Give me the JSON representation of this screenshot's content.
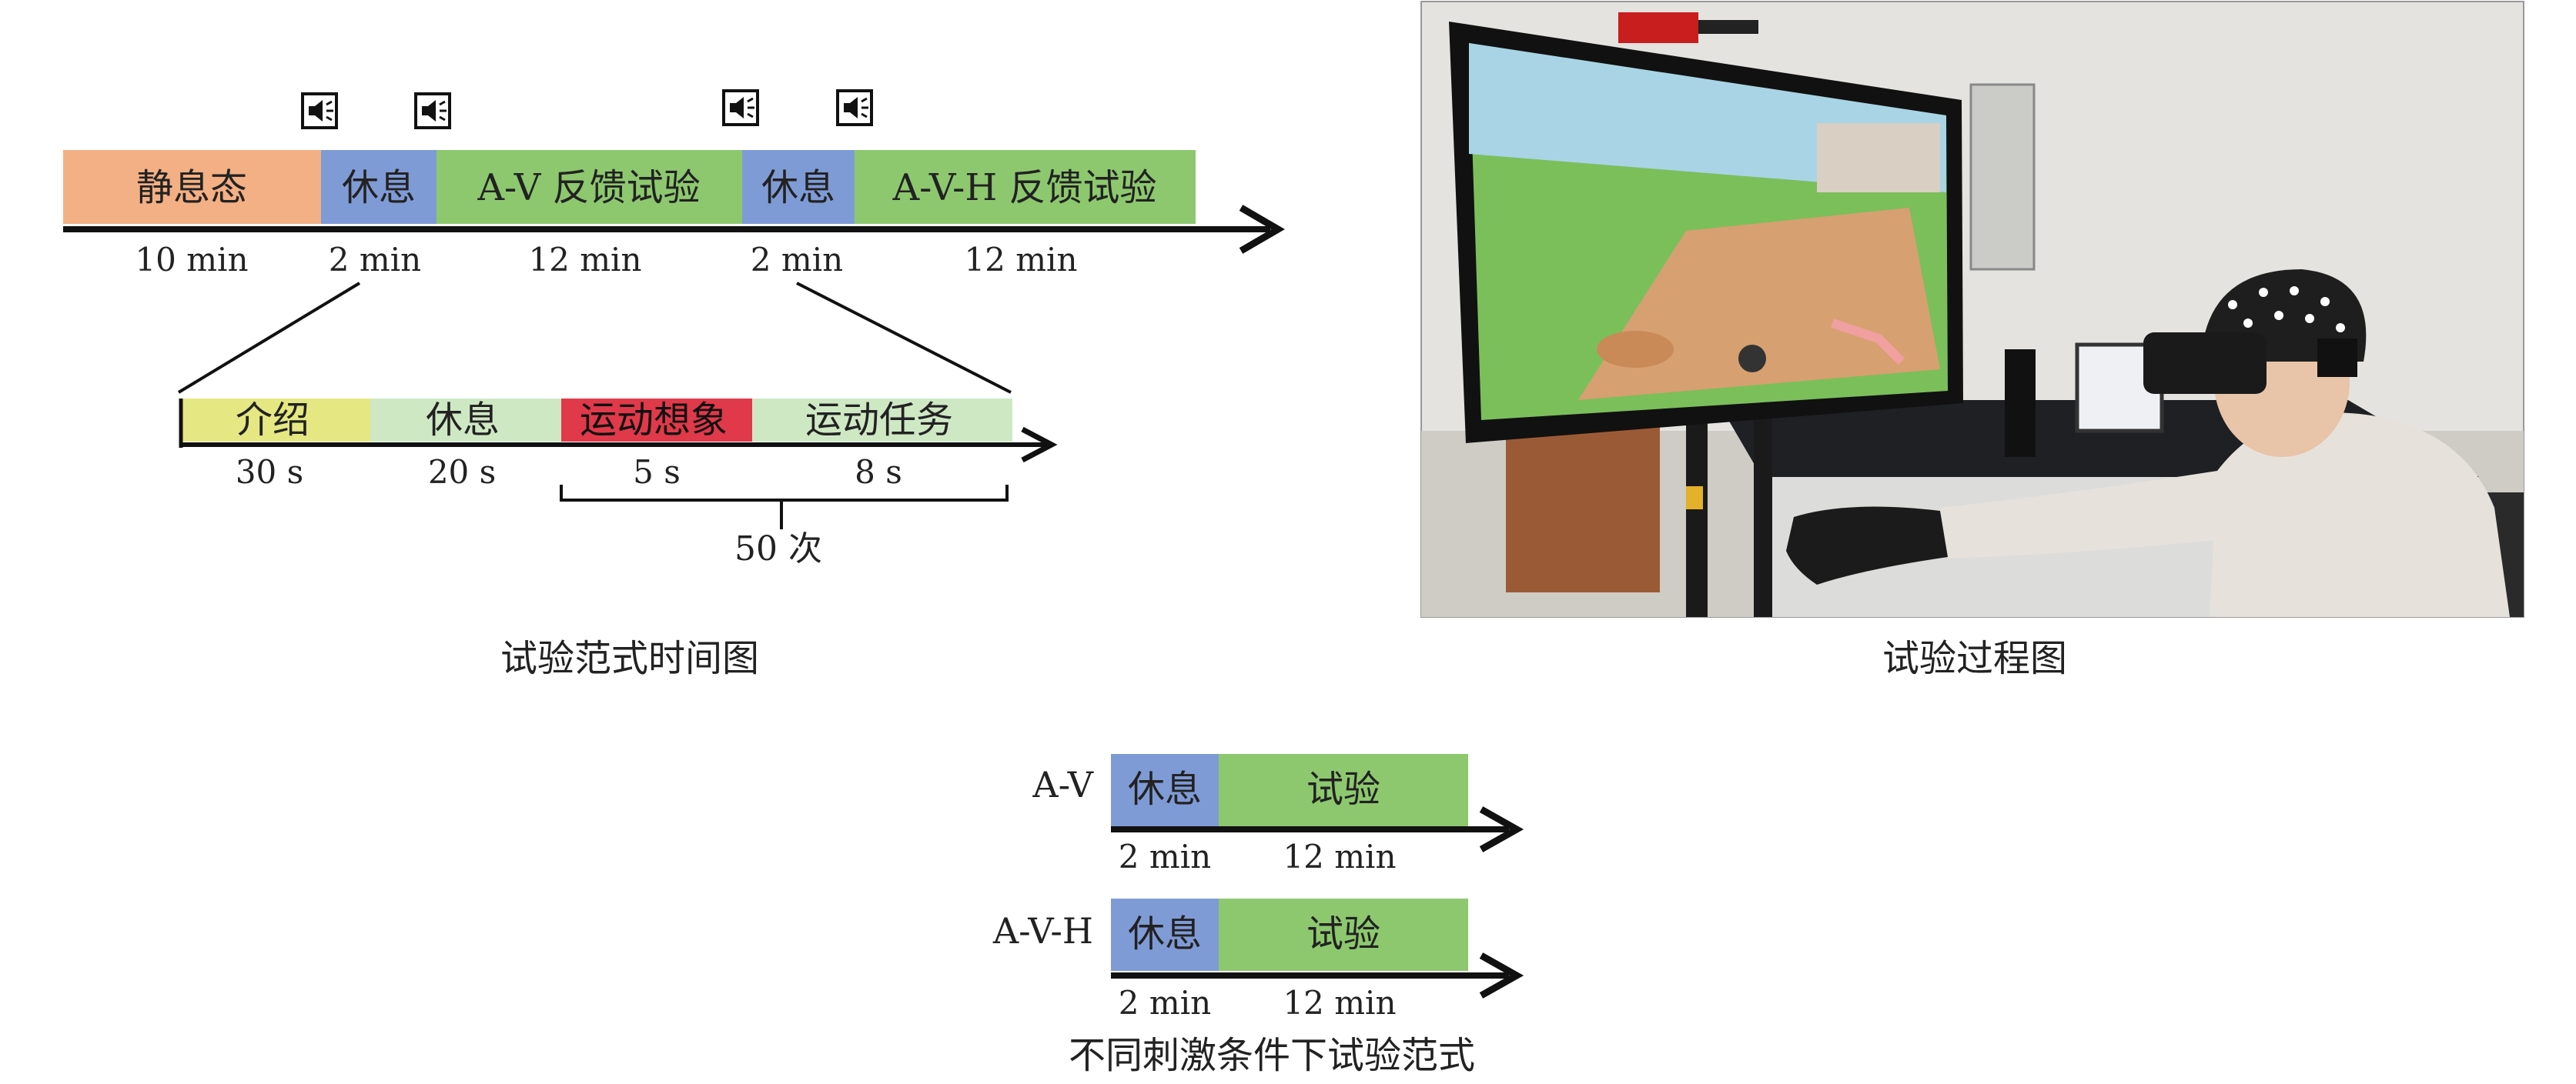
{
  "timeline": {
    "segments": [
      {
        "label": "静息态",
        "duration": "10 min",
        "color": "#f2b084"
      },
      {
        "label": "休息",
        "duration": "2 min",
        "color": "#7f9bd6"
      },
      {
        "label": "A-V 反馈试验",
        "duration": "12 min",
        "color": "#8dc86f"
      },
      {
        "label": "休息",
        "duration": "2 min",
        "color": "#7f9bd6"
      },
      {
        "label": "A-V-H 反馈试验",
        "duration": "12 min",
        "color": "#8dc86f"
      }
    ],
    "speaker_icon": "speaker-icon",
    "caption": "试验范式时间图"
  },
  "trial": {
    "segments": [
      {
        "label": "介绍",
        "duration": "30 s",
        "color": "#e5e882"
      },
      {
        "label": "休息",
        "duration": "20 s",
        "color": "#cfe8c4"
      },
      {
        "label": "运动想象",
        "duration": "5 s",
        "color": "#e0394a"
      },
      {
        "label": "运动任务",
        "duration": "8 s",
        "color": "#cfe8c4"
      }
    ],
    "repeat_label": "50 次"
  },
  "photo": {
    "caption": "试验过程图"
  },
  "conditions": {
    "rows": [
      {
        "name": "A-V",
        "segments": [
          {
            "label": "休息",
            "duration": "2 min",
            "color": "#7f9bd6"
          },
          {
            "label": "试验",
            "duration": "12 min",
            "color": "#8dc86f"
          }
        ]
      },
      {
        "name": "A-V-H",
        "segments": [
          {
            "label": "休息",
            "duration": "2 min",
            "color": "#7f9bd6"
          },
          {
            "label": "试验",
            "duration": "12 min",
            "color": "#8dc86f"
          }
        ]
      }
    ],
    "caption": "不同刺激条件下试验范式"
  }
}
